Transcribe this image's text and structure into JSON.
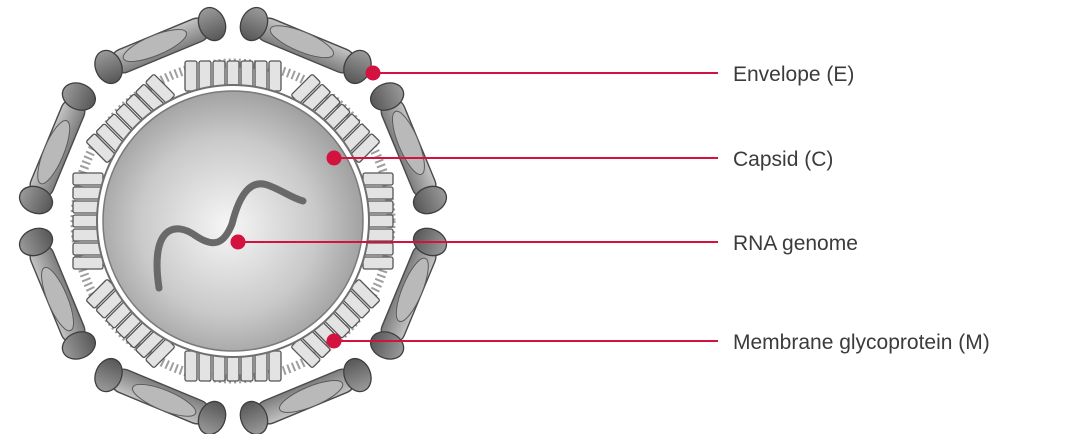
{
  "diagram": {
    "callouts": [
      {
        "id": "envelope",
        "label": "Envelope (E)"
      },
      {
        "id": "capsid",
        "label": "Capsid (C)"
      },
      {
        "id": "rna",
        "label": "RNA genome"
      },
      {
        "id": "membrane",
        "label": "Membrane glycoprotein (M)"
      }
    ],
    "colors": {
      "leader_line": "#d4123f",
      "leader_dot": "#d4123f",
      "label_text": "#3b3b3b",
      "capsid_light": "#f4f4f4",
      "capsid_dark": "#8f8f8f",
      "protein_fill": "#a6a6a6",
      "protein_stroke": "#4a4a4a",
      "membrane_segment": "#e3e3e3",
      "genome_strand": "#6a6a6a"
    }
  }
}
